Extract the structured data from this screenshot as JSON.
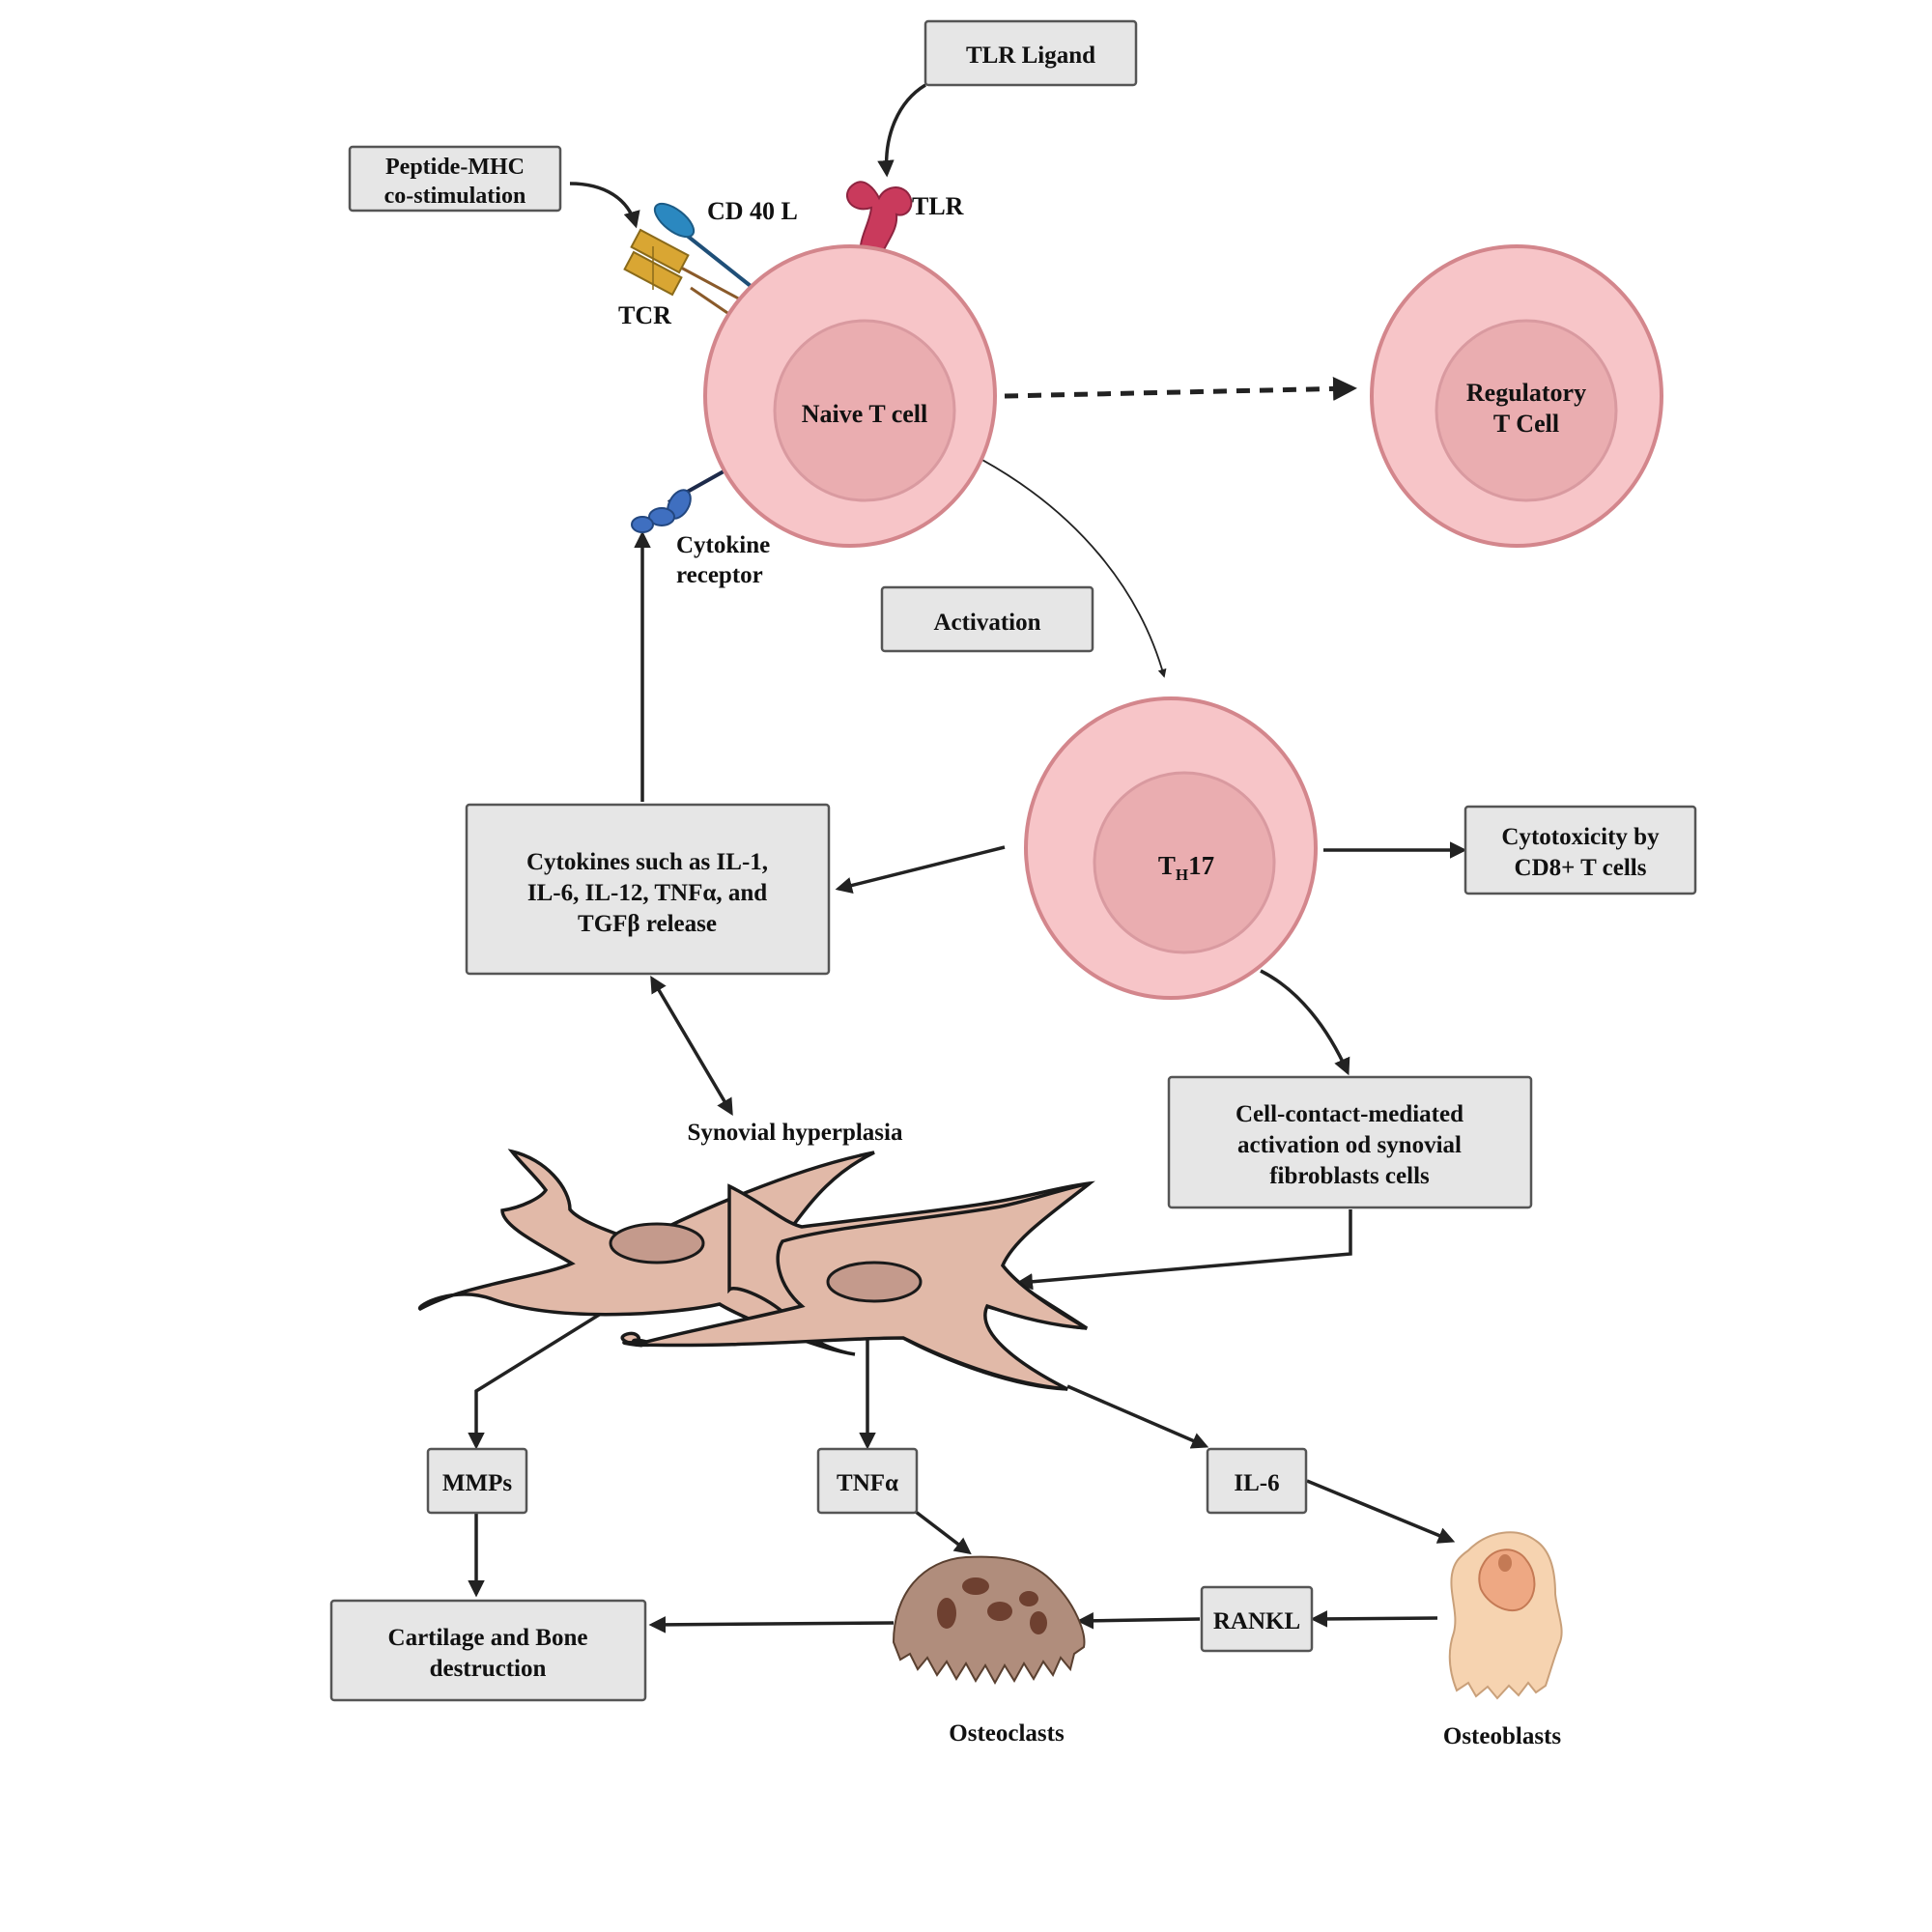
{
  "colors": {
    "cell_fill": "#f7c5c8",
    "cell_stroke": "#d3868c",
    "nucleus_fill": "#eaadb0",
    "box_fill": "#e6e6e6",
    "box_stroke": "#555555",
    "fibroblast_fill": "#e1b9a8",
    "fibroblast_nucleus": "#c49a8c",
    "osteoclast_fill": "#b08d7c",
    "osteoblast_fill": "#f6d3b0",
    "tlr_color": "#c93a5c",
    "cd40l_color": "#2b88c0",
    "tcr_color": "#d9a633",
    "cytokine_receptor_color": "#3f6fc0"
  },
  "boxes": {
    "tlr_ligand": "TLR Ligand",
    "peptide_mhc_line1": "Peptide-MHC",
    "peptide_mhc_line2": "co-stimulation",
    "activation": "Activation",
    "cytokines_line1": "Cytokines such as IL-1,",
    "cytokines_line2": "IL-6, IL-12,  TNFα, and",
    "cytokines_line3": "TGFβ release",
    "cytotoxicity_line1": "Cytotoxicity by",
    "cytotoxicity_line2": "CD8+  T cells",
    "cell_contact_line1": "Cell-contact-mediated",
    "cell_contact_line2": "activation od synovial",
    "cell_contact_line3": "fibroblasts cells",
    "mmps": "MMPs",
    "tnfa": "TNFα",
    "il6": "IL-6",
    "rankl": "RANKL",
    "cartilage_line1": "Cartilage and Bone",
    "cartilage_line2": "destruction"
  },
  "cells": {
    "naive": "Naive T cell",
    "regulatory_line1": "Regulatory",
    "regulatory_line2": "T Cell",
    "th17_T": "T",
    "th17_sub": "H",
    "th17_num": "17"
  },
  "labels": {
    "cd40l": "CD 40 L",
    "tlr": "TLR",
    "tcr": "TCR",
    "cytokine_receptor_line1": "Cytokine",
    "cytokine_receptor_line2": "receptor",
    "synovial_hyperplasia": "Synovial hyperplasia",
    "osteoclasts": "Osteoclasts",
    "osteoblasts": "Osteoblasts"
  }
}
